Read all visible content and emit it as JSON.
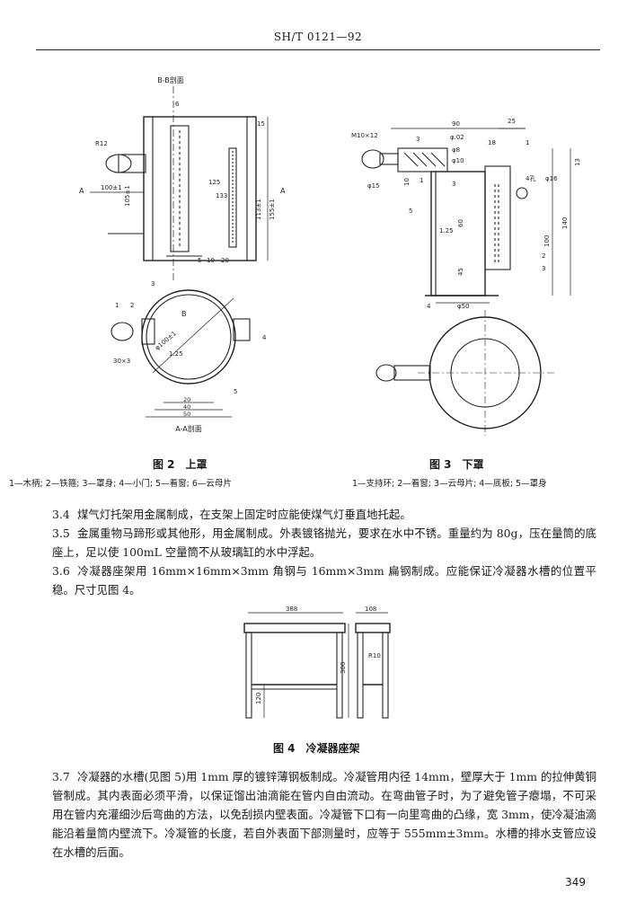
{
  "header": {
    "standard_code": "SH/T 0121—92"
  },
  "figure2": {
    "caption": "图 2　上罩",
    "legend": "1—木柄; 2—铁箍; 3—罩身; 4—小门; 5—看窗; 6—云母片",
    "labels": {
      "section_bb": "B-B剖面",
      "section_aa": "A-A剖面",
      "r12": "R12",
      "d100": "100±1",
      "d125": "125",
      "d133": "133",
      "d105": "105±1",
      "d113": "113±1",
      "d155": "155±1",
      "d15": "15",
      "d20": "20",
      "d10": "10",
      "d5": "5",
      "d30x3": "30×3",
      "phi100": "φ100±1",
      "d125b": "1.25",
      "d20b": "20",
      "d40": "40",
      "d50": "50",
      "marker_a": "A",
      "marker_b": "B",
      "n1": "1",
      "n2": "2",
      "n3": "3",
      "n4": "4",
      "n5": "5",
      "n6": "6"
    }
  },
  "figure3": {
    "caption": "图 3　下罩",
    "legend": "1—支持环; 2—看窗; 3—云母片; 4—底板; 5—罩身",
    "labels": {
      "d90": "90",
      "d25": "25",
      "m10": "M10×12",
      "d3": "3",
      "phi02": "φ.02",
      "d10": "10",
      "d1": "1",
      "phi8": "φ8",
      "phi10": "φ10",
      "phi15": "φ15",
      "phi16": "φ16",
      "d18": "18",
      "d60": "60",
      "d45": "45",
      "d125": "1.25",
      "d100": "100",
      "d140": "140",
      "d13": "13",
      "phi50": "φ50",
      "kong": "4孔",
      "n1": "1",
      "n2": "2",
      "n3": "3",
      "n4": "4",
      "n5": "5"
    }
  },
  "paragraphs": {
    "p34_num": "3.4",
    "p34": "煤气灯托架用金属制成，在支架上固定时应能使煤气灯垂直地托起。",
    "p35_num": "3.5",
    "p35": "金属重物马蹄形或其他形，用金属制成。外表镀铬抛光，要求在水中不锈。重量约为 80g，压在量筒的底座上，足以使 100mL 空量筒不从玻璃缸的水中浮起。",
    "p36_num": "3.6",
    "p36": "冷凝器座架用 16mm×16mm×3mm 角钢与 16mm×3mm 扁钢制成。应能保证冷凝器水槽的位置平稳。尺寸见图 4。",
    "p37_num": "3.7",
    "p37": "冷凝器的水槽(见图 5)用 1mm 厚的镀锌薄钢板制成。冷凝管用内径 14mm，壁厚大于 1mm 的拉伸黄铜管制成。其内表面必须平滑，以保证馏出油滴能在管内自由流动。在弯曲管子时，为了避免管子瘪塌，不可采用在管内充灌细沙后弯曲的方法，以免刮损内壁表面。冷凝管下口有一向里弯曲的凸缘，宽 3mm，使冷凝油滴能沿着量筒内壁流下。冷凝管的长度，若自外表面下部测量时，应等于 555mm±3mm。水槽的排水支管应设在水槽的后面。"
  },
  "figure4": {
    "caption": "图 4　冷凝器座架",
    "labels": {
      "d388": "388",
      "d108": "108",
      "d300": "300",
      "d120": "120",
      "r10": "R10"
    }
  },
  "page_number": "349"
}
